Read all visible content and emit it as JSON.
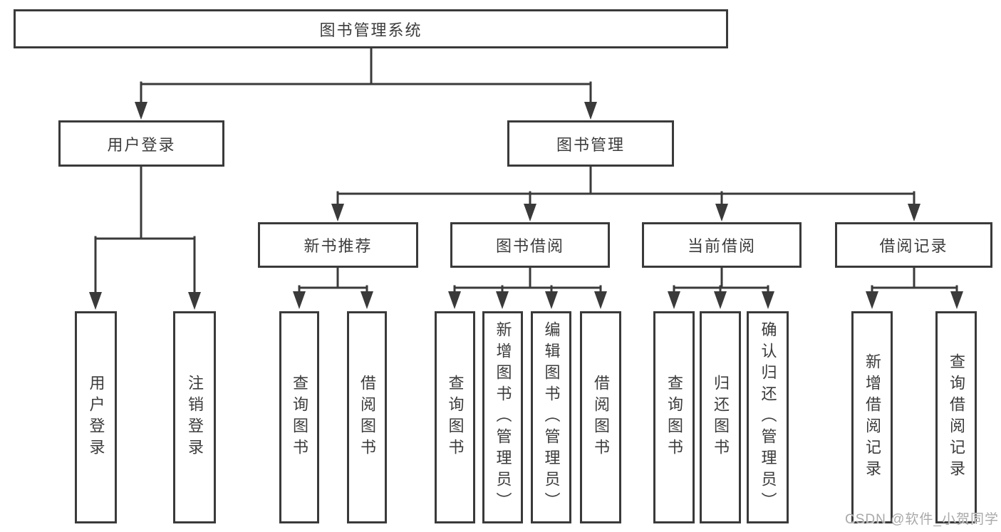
{
  "tree": {
    "label": "图书管理系统",
    "children": [
      {
        "label": "用户登录",
        "children": [
          {
            "label": "用户登录"
          },
          {
            "label": "注销登录"
          }
        ]
      },
      {
        "label": "图书管理",
        "children": [
          {
            "label": "新书推荐",
            "children": [
              {
                "label": "查询图书"
              },
              {
                "label": "借阅图书"
              }
            ]
          },
          {
            "label": "图书借阅",
            "children": [
              {
                "label": "查询图书"
              },
              {
                "label": "新增图书（管理员）"
              },
              {
                "label": "编辑图书（管理员）"
              },
              {
                "label": "借阅图书"
              }
            ]
          },
          {
            "label": "当前借阅",
            "children": [
              {
                "label": "查询图书"
              },
              {
                "label": "归还图书"
              },
              {
                "label": "确认归还（管理员）"
              }
            ]
          },
          {
            "label": "借阅记录",
            "children": [
              {
                "label": "新增借阅记录"
              },
              {
                "label": "查询借阅记录"
              }
            ]
          }
        ]
      }
    ]
  },
  "watermark": {
    "text": "CSDN @软件_小贺同学"
  },
  "colors": {
    "line": "#3a3a3a",
    "text": "#3c3c3c",
    "background": "#ffffff",
    "watermark": "#a9a9a9"
  }
}
